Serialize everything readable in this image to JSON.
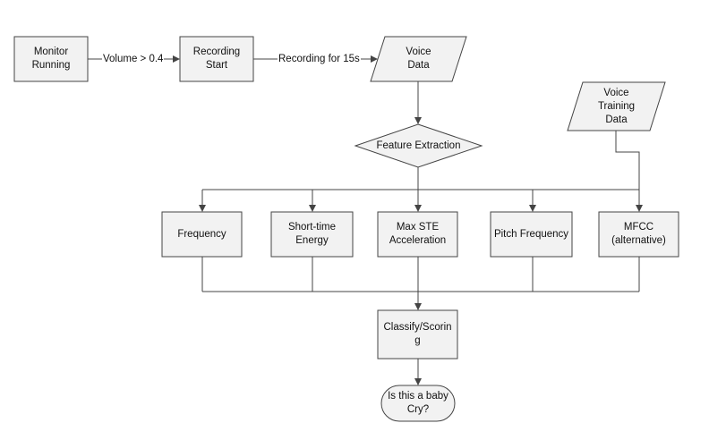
{
  "diagram": {
    "nodes": {
      "monitor": "Monitor\nRunning",
      "recording": "Recording\nStart",
      "voice_data": "Voice\nData",
      "voice_training": "Voice\nTraining\nData",
      "feature_extraction": "Feature Extraction",
      "frequency": "Frequency",
      "short_time_energy": "Short-time\nEnergy",
      "max_ste": "Max STE\nAcceleration",
      "pitch": "Pitch Frequency",
      "mfcc": "MFCC\n(alternative)",
      "classify": "Classify/Scorin\ng",
      "decision": "Is this a baby\nCry?"
    },
    "edge_labels": {
      "volume": "Volume > 0.4",
      "recording_for": "Recording for 15s"
    },
    "colors": {
      "fill": "#f2f2f2",
      "stroke": "#444444",
      "text": "#111111"
    }
  }
}
